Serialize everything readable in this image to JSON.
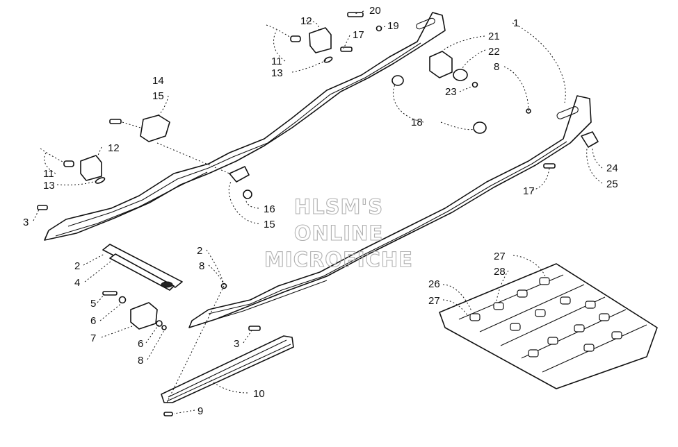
{
  "watermark": {
    "line1": "HLSM'S",
    "line2": "ONLINE",
    "line3": "MICROFICHE"
  },
  "callouts": [
    {
      "id": "c1",
      "label": "1"
    },
    {
      "id": "c2a",
      "label": "2"
    },
    {
      "id": "c2b",
      "label": "2"
    },
    {
      "id": "c3a",
      "label": "3"
    },
    {
      "id": "c3b",
      "label": "3"
    },
    {
      "id": "c4",
      "label": "4"
    },
    {
      "id": "c5",
      "label": "5"
    },
    {
      "id": "c6a",
      "label": "6"
    },
    {
      "id": "c6b",
      "label": "6"
    },
    {
      "id": "c7",
      "label": "7"
    },
    {
      "id": "c8a",
      "label": "8"
    },
    {
      "id": "c8b",
      "label": "8"
    },
    {
      "id": "c8c",
      "label": "8"
    },
    {
      "id": "c9",
      "label": "9"
    },
    {
      "id": "c10",
      "label": "10"
    },
    {
      "id": "c11a",
      "label": "11"
    },
    {
      "id": "c11b",
      "label": "11"
    },
    {
      "id": "c12a",
      "label": "12"
    },
    {
      "id": "c12b",
      "label": "12"
    },
    {
      "id": "c13a",
      "label": "13"
    },
    {
      "id": "c13b",
      "label": "13"
    },
    {
      "id": "c14",
      "label": "14"
    },
    {
      "id": "c15a",
      "label": "15"
    },
    {
      "id": "c15b",
      "label": "15"
    },
    {
      "id": "c16",
      "label": "16"
    },
    {
      "id": "c17a",
      "label": "17"
    },
    {
      "id": "c17b",
      "label": "17"
    },
    {
      "id": "c18",
      "label": "18"
    },
    {
      "id": "c19",
      "label": "19"
    },
    {
      "id": "c20",
      "label": "20"
    },
    {
      "id": "c21",
      "label": "21"
    },
    {
      "id": "c22",
      "label": "22"
    },
    {
      "id": "c23",
      "label": "23"
    },
    {
      "id": "c24",
      "label": "24"
    },
    {
      "id": "c25",
      "label": "25"
    },
    {
      "id": "c26",
      "label": "26"
    },
    {
      "id": "c27a",
      "label": "27"
    },
    {
      "id": "c27b",
      "label": "27"
    },
    {
      "id": "c28",
      "label": "28"
    }
  ]
}
